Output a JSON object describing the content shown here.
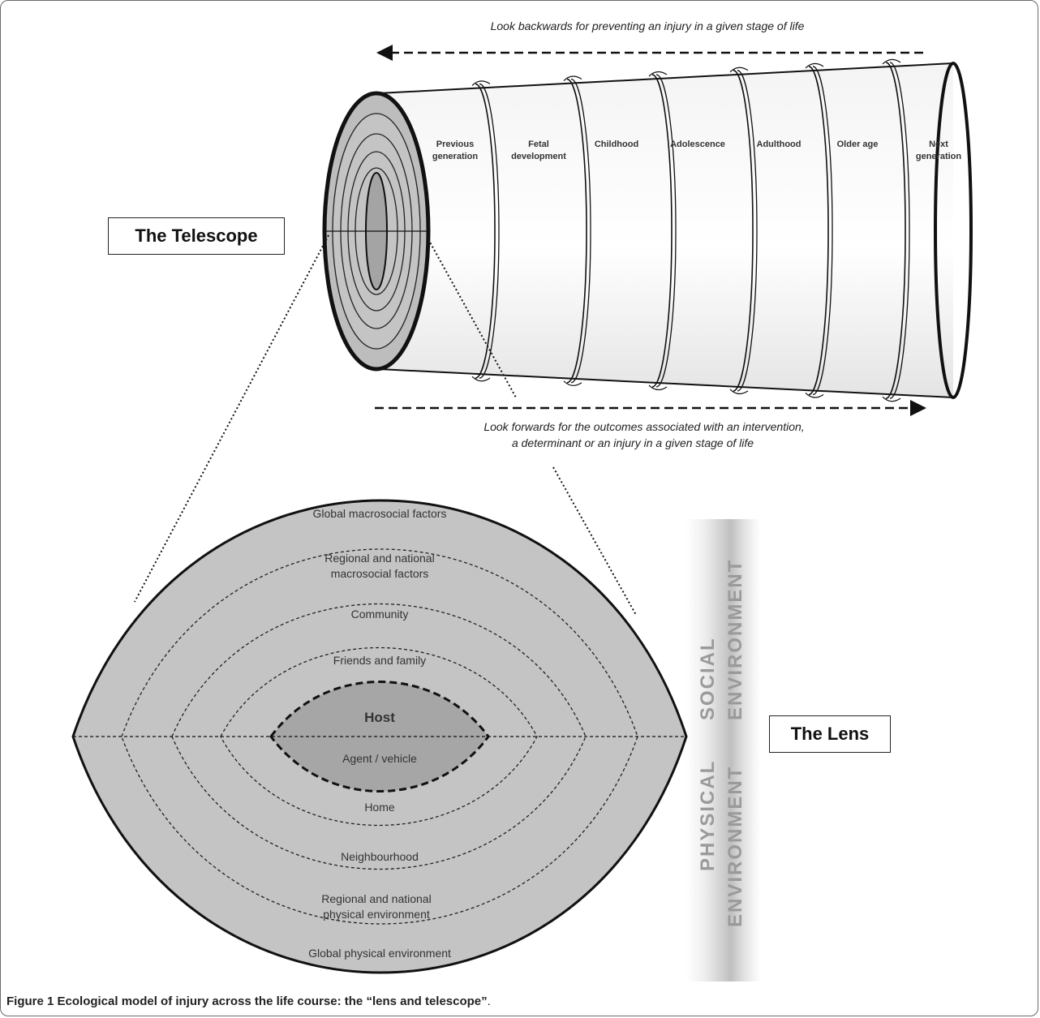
{
  "arrows": {
    "backward_text": "Look backwards for preventing an injury in a given stage of life",
    "forward_text_line1": "Look forwards for the outcomes associated with an intervention,",
    "forward_text_line2": "a determinant or an injury in a given stage of life"
  },
  "telescope": {
    "label": "The Telescope",
    "stages": [
      {
        "line1": "Previous",
        "line2": "generation"
      },
      {
        "line1": "Fetal",
        "line2": "development"
      },
      {
        "line1": "Childhood",
        "line2": ""
      },
      {
        "line1": "Adolescence",
        "line2": ""
      },
      {
        "line1": "Adulthood",
        "line2": ""
      },
      {
        "line1": "Older age",
        "line2": ""
      },
      {
        "line1": "Next",
        "line2": "generation"
      }
    ]
  },
  "lens": {
    "label": "The Lens",
    "social_layers": [
      {
        "line1": "Global macrosocial factors",
        "line2": ""
      },
      {
        "line1": "Regional and national",
        "line2": "macrosocial factors"
      },
      {
        "line1": "Community",
        "line2": ""
      },
      {
        "line1": "Friends and family",
        "line2": ""
      }
    ],
    "host": "Host",
    "agent": "Agent / vehicle",
    "physical_layers": [
      {
        "line1": "Home",
        "line2": ""
      },
      {
        "line1": "Neighbourhood",
        "line2": ""
      },
      {
        "line1": "Regional and national",
        "line2": "physical environment"
      },
      {
        "line1": "Global physical environment",
        "line2": ""
      }
    ],
    "social_env": {
      "line1": "SOCIAL",
      "line2": "ENVIRONMENT"
    },
    "physical_env": {
      "line1": "PHYSICAL",
      "line2": "ENVIRONMENT"
    }
  },
  "caption": {
    "bold": "Figure 1 Ecological model of injury across the life course: the “lens and telescope”",
    "end": "."
  },
  "colors": {
    "lens_fill": "#c4c4c4",
    "host_fill": "#a6a6a6",
    "env_text": "#9a9a9a"
  }
}
